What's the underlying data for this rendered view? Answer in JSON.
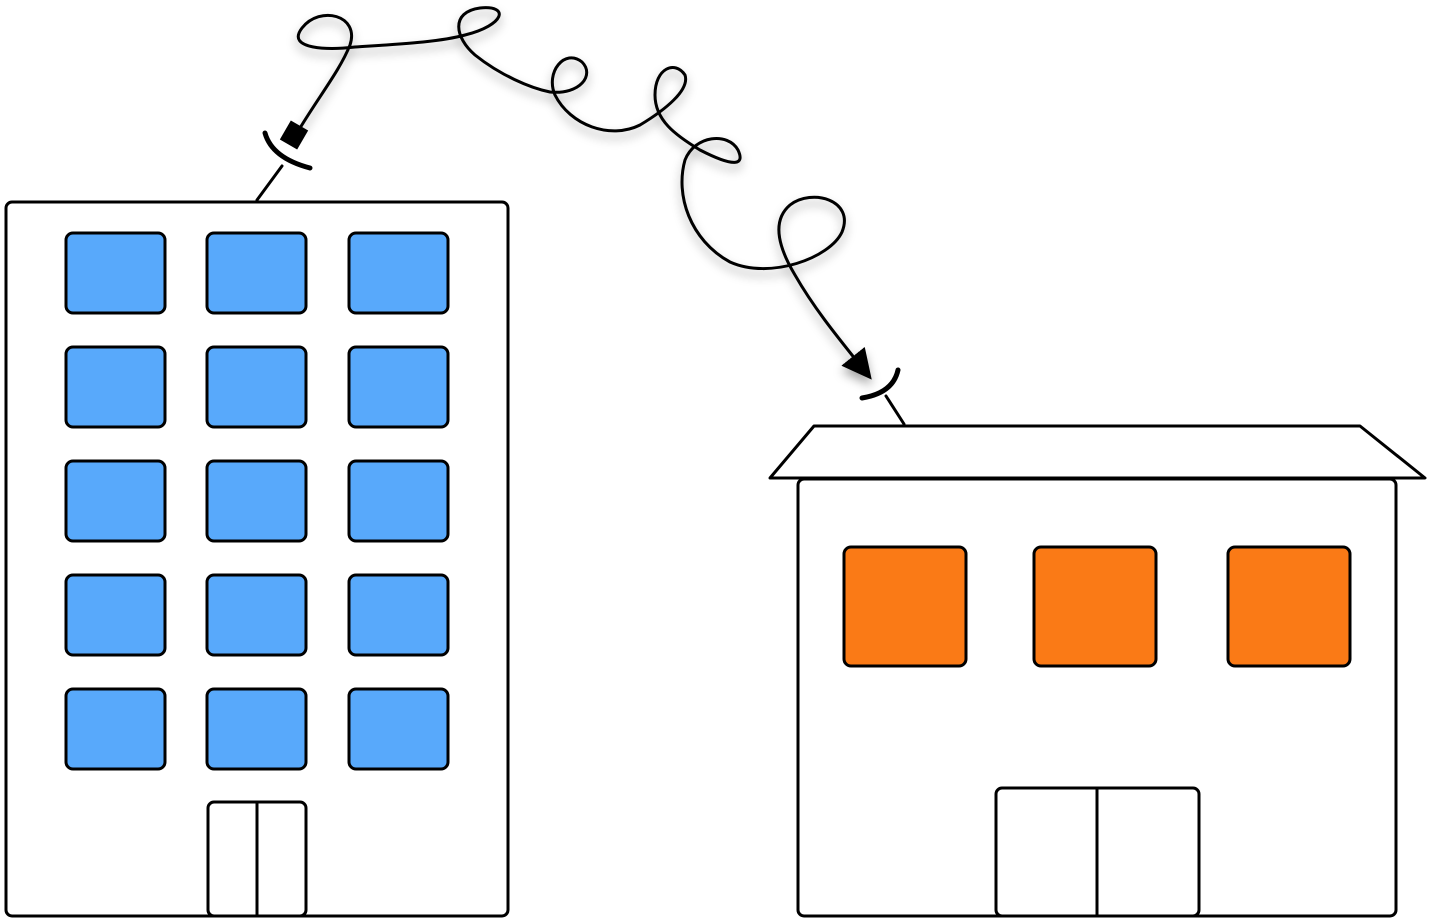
{
  "colors": {
    "office_window": "#58a9fb",
    "house_window": "#fa7a16",
    "line": "#000000",
    "background": "#ffffff"
  },
  "diagram": {
    "office_building": {
      "window_rows": 5,
      "window_cols": 3,
      "icon": "office-building-icon"
    },
    "house": {
      "window_count": 3,
      "icon": "house-icon"
    },
    "link": {
      "type": "wireless-signal",
      "direction": "office-to-house",
      "icon": "satellite-dish-icon"
    }
  }
}
